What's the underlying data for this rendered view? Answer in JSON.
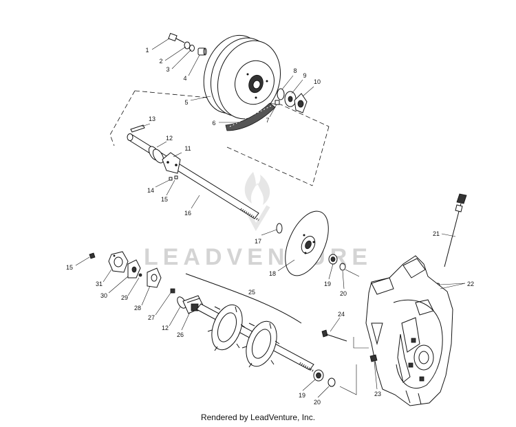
{
  "watermark": "LEADVENTURE",
  "footer": "Rendered by LeadVenture, Inc.",
  "callouts": [
    {
      "id": "c1",
      "label": "1"
    },
    {
      "id": "c2",
      "label": "2"
    },
    {
      "id": "c3",
      "label": "3"
    },
    {
      "id": "c4",
      "label": "4"
    },
    {
      "id": "c5",
      "label": "5"
    },
    {
      "id": "c6",
      "label": "6"
    },
    {
      "id": "c7",
      "label": "7"
    },
    {
      "id": "c8",
      "label": "8"
    },
    {
      "id": "c9",
      "label": "9"
    },
    {
      "id": "c10",
      "label": "10"
    },
    {
      "id": "c11",
      "label": "11"
    },
    {
      "id": "c12a",
      "label": "12"
    },
    {
      "id": "c13",
      "label": "13"
    },
    {
      "id": "c14",
      "label": "14"
    },
    {
      "id": "c15a",
      "label": "15"
    },
    {
      "id": "c16",
      "label": "16"
    },
    {
      "id": "c17",
      "label": "17"
    },
    {
      "id": "c18",
      "label": "18"
    },
    {
      "id": "c19a",
      "label": "19"
    },
    {
      "id": "c20a",
      "label": "20"
    },
    {
      "id": "c21",
      "label": "21"
    },
    {
      "id": "c22",
      "label": "22"
    },
    {
      "id": "c15b",
      "label": "15"
    },
    {
      "id": "c31",
      "label": "31"
    },
    {
      "id": "c30",
      "label": "30"
    },
    {
      "id": "c29",
      "label": "29"
    },
    {
      "id": "c28",
      "label": "28"
    },
    {
      "id": "c27",
      "label": "27"
    },
    {
      "id": "c12b",
      "label": "12"
    },
    {
      "id": "c26",
      "label": "26"
    },
    {
      "id": "c25",
      "label": "25"
    },
    {
      "id": "c24",
      "label": "24"
    },
    {
      "id": "c23",
      "label": "23"
    },
    {
      "id": "c19b",
      "label": "19"
    },
    {
      "id": "c20b",
      "label": "20"
    }
  ]
}
